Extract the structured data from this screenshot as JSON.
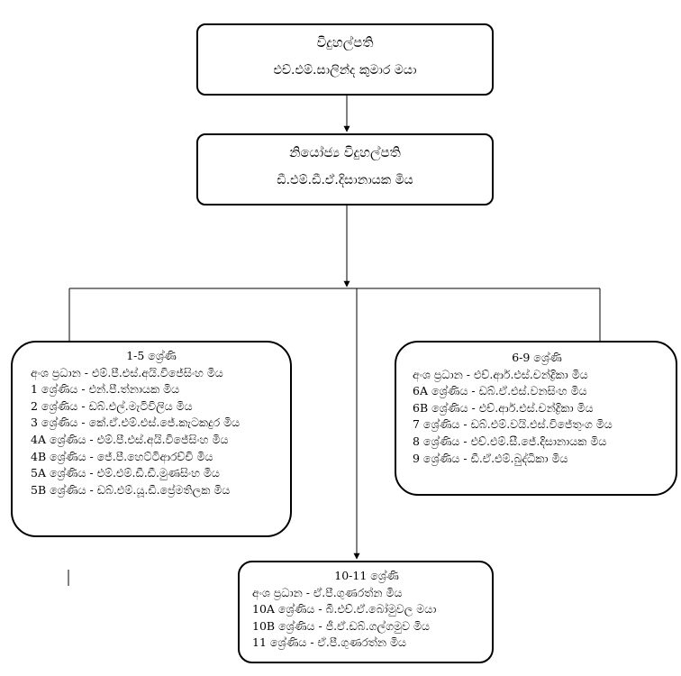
{
  "principal": {
    "title": "විදුහල්පති",
    "name": "එච්.එම්.සාලින්ද කුමාර මයා"
  },
  "deputy": {
    "title": "නියෝජ්‍ය විදුහල්පති",
    "name": "ඩී.එම්.ඩී.ඒ.දිසානායක මිය"
  },
  "primary": {
    "heading": "1-5 ශ්‍රේණි",
    "rows": [
      "අංශ ප්‍රධාන  - එම්.පී.එස්.අයි.විජේසිංහ මිය",
      "1  ශ්‍රේණිය  - එන්.පී.ත්නායක මිය",
      "2  ශ්‍රේණිය  - ඩබ්.එල්.මැටිවිලිය මිය",
      "3  ශ්‍රේණිය  - කේ.ඒ.එම්.එස්.ජේ.කැටකදුර මිය",
      "4A  ශ්‍රේණිය - එම්.පී.එස්.අයි.විජේසිංහ මිය",
      "4B  ශ්‍රේණිය  - ජේ.පී.හෙට්ටිආරච්චි මිය",
      "5A  ශ්‍රේණිය - එම්.එම්.ඩී.ඩී.මුණසිංහ මිය",
      "5B  ශ්‍රේණිය - ඩබ්.එම්.යූ.ඩී.ප්‍රේමතිලක මිය"
    ]
  },
  "middle": {
    "heading": "6-9 ශ්‍රේණි",
    "rows": [
      "අංශ ප්‍රධාන - එච්.ආර්.එස්.චන්ද්‍රිකා මිය",
      "6A  ශ්‍රේණිය - ඩබ්.ඒ.එස්.වනසිංහ මිය",
      "6B  ශ්‍රේණිය - එච්.ආර්.එස්.චන්ද්‍රිකා මිය",
      "7  ශ්‍රේණිය    - ඩබ්.එම්.වයි.එස්.විජේතුංග මිය",
      "8  ශ්‍රේණිය    - එච්.එම්.සී.ජේ.දිසානායක මිය",
      "9  ශ්‍රේණිය     - ඩී.ඒ.එම්.බුද්ධිකා මිය"
    ]
  },
  "senior": {
    "heading": "10-11  ශ්‍රේණි",
    "rows": [
      "අංශ ප්‍රධාන - ඒ.පී.ගුණරත්න මිය",
      "10A  ශ්‍රේණිය - බී.එච්.ඒ.බෝමුවල මයා",
      "10B  ශ්‍රේණිය - ජී.ඒ.ඩබ්.ගල්ගමුව මිය",
      "11  ශ්‍රේණිය    - ඒ.පී.ගුණරත්න මිය"
    ]
  }
}
